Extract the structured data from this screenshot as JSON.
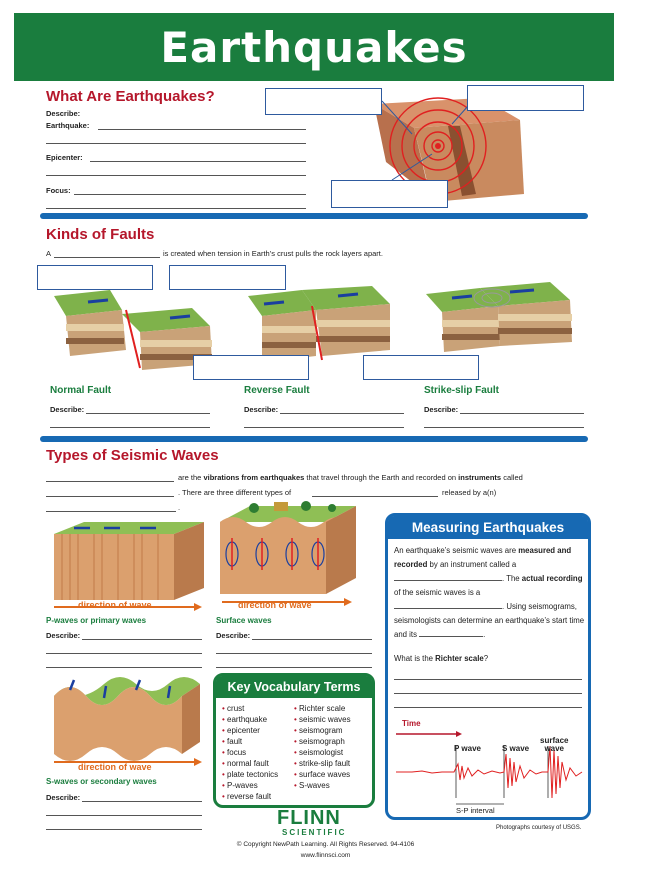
{
  "banner": {
    "title": "Earthquakes"
  },
  "what": {
    "title": "What Are Earthquakes?",
    "describe": "Describe:",
    "earthquake": "Earthquake:",
    "epicenter": "Epicenter:",
    "focus": "Focus:"
  },
  "faults": {
    "title": "Kinds of Faults",
    "sentence_start": "A",
    "sentence_end": "is created when tension in Earth’s crust pulls the rock layers apart.",
    "normal": "Normal Fault",
    "reverse": "Reverse Fault",
    "strike": "Strike-slip Fault",
    "describe": "Describe:"
  },
  "waves": {
    "title": "Types of Seismic Waves",
    "intro_1a": "are the ",
    "intro_1b": "vibrations from earthquakes",
    "intro_1c": " that travel through the Earth and recorded on ",
    "intro_1d": "instruments",
    "intro_1e": " called",
    "intro_2a": ". There are three different types of",
    "intro_2b": "released by a(n)",
    "intro_3": ".",
    "direction": "direction of wave",
    "p_label": "P-waves or primary waves",
    "surface_label": "Surface waves",
    "s_label": "S-waves or secondary waves",
    "describe": "Describe:"
  },
  "vocab": {
    "title": "Key Vocabulary Terms",
    "col1": [
      "crust",
      "earthquake",
      "epicenter",
      "fault",
      "focus",
      "normal fault",
      "plate tectonics",
      "P-waves",
      "reverse fault"
    ],
    "col2": [
      "Richter scale",
      "seismic waves",
      "seismogram",
      "seismograph",
      "seismologist",
      "strike-slip fault",
      "surface waves",
      "S-waves"
    ]
  },
  "measure": {
    "title": "Measuring Earthquakes",
    "p1a": "An earthquake’s seismic waves are ",
    "p1b": "measured and recorded",
    "p1c": " by an instrument called a",
    "p1d": ". The ",
    "p1e": "actual recording",
    "p1f": " of the seismic waves is a",
    "p1g": ". Using seismograms, seismologists can determine an earthquake’s start time and its",
    "p1h": ".",
    "q_a": "What is the ",
    "q_b": "Richter scale",
    "q_c": "?",
    "time": "Time",
    "p_wave": "P wave",
    "s_wave": "S wave",
    "surface_wave_1": "surface",
    "surface_wave_2": "wave",
    "sp": "S-P interval"
  },
  "footer": {
    "logo1": "FLINN",
    "logo2": "SCIENTIFIC",
    "copyright": "© Copyright NewPath Learning. All Rights Reserved. 94-4106",
    "url": "www.flinnsci.com",
    "photos": "Photographs courtesy of USGS."
  }
}
